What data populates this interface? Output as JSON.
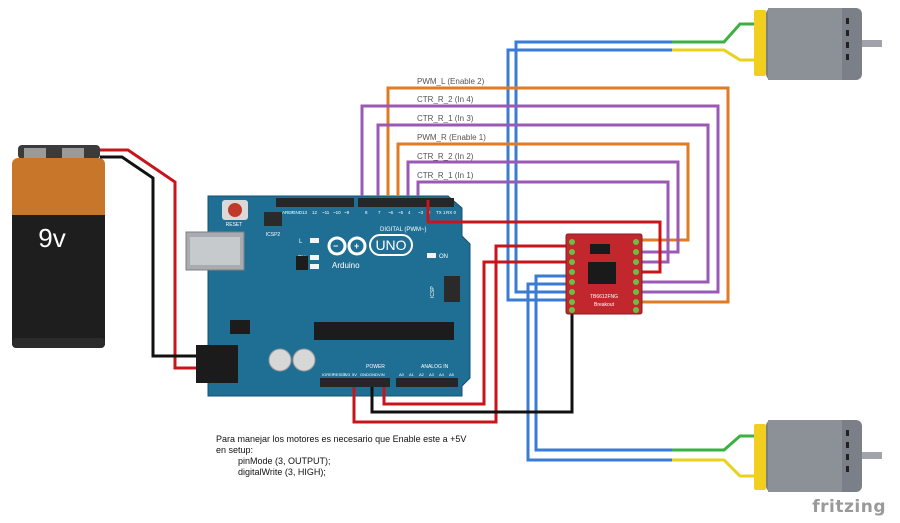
{
  "battery": {
    "label": "9v"
  },
  "arduino": {
    "logo_text": "Arduino",
    "uno_text": "UNO",
    "reset_label": "RESET",
    "icsp2_label": "ICSP2",
    "icsp_label": "ICSP",
    "digital_label": "DIGITAL (PWM~)",
    "power_label": "POWER",
    "analog_label": "ANALOG IN",
    "on_label": "ON",
    "l_label": "L",
    "tx_label": "TX",
    "rx_label": "RX",
    "aref_label": "AREF",
    "gnd_label": "GND",
    "pin13": "13",
    "pin12": "12",
    "pin11": "~11",
    "pin10": "~10",
    "pin9": "~9",
    "pin8": "8",
    "pin7": "7",
    "pin6": "~6",
    "pin5": "~5",
    "pin4": "4",
    "pin3": "~3",
    "pin2": "2",
    "pin1": "TX 1",
    "pin0": "RX 0",
    "ioref": "IOREF",
    "reset_pin": "RESET",
    "v33": "3V3",
    "v5": "5V",
    "gnd1": "GND",
    "gnd2": "GND",
    "vin": "VIN",
    "a0": "A0",
    "a1": "A1",
    "a2": "A2",
    "a3": "A3",
    "a4": "A4",
    "a5": "A5"
  },
  "driver": {
    "name": "TB6612FNG",
    "subtitle": "Breakout"
  },
  "wire_labels": {
    "pwm_l": "PWM_L  (Enable 2)",
    "ctr_r2_in4": "CTR_R_2 (In 4)",
    "ctr_r1_in3": "CTR_R_1 (In 3)",
    "pwm_r": "PWM_R  (Enable 1)",
    "ctr_r2_in2": "CTR_R_2 (In 2)",
    "ctr_r1_in1": "CTR_R_1 (In 1)"
  },
  "note": {
    "line1": "Para manejar los motores es necesario que Enable este a +5V",
    "line2": "en setup:",
    "line3": "pinMode (3, OUTPUT);",
    "line4": "digitalWrite (3, HIGH);"
  },
  "brand": "fritzing",
  "colors": {
    "board": "#1f6f95",
    "wire_red": "#c8141b",
    "wire_black": "#1a1a1a",
    "wire_blue": "#3a7bd5",
    "wire_purple": "#9b59b6",
    "wire_orange": "#e07b24",
    "wire_green": "#3cb043",
    "wire_yellow": "#e8d21d",
    "driver": "#c1272d",
    "motor": "#7b7f87",
    "motor_cap": "#f2cf1e"
  }
}
